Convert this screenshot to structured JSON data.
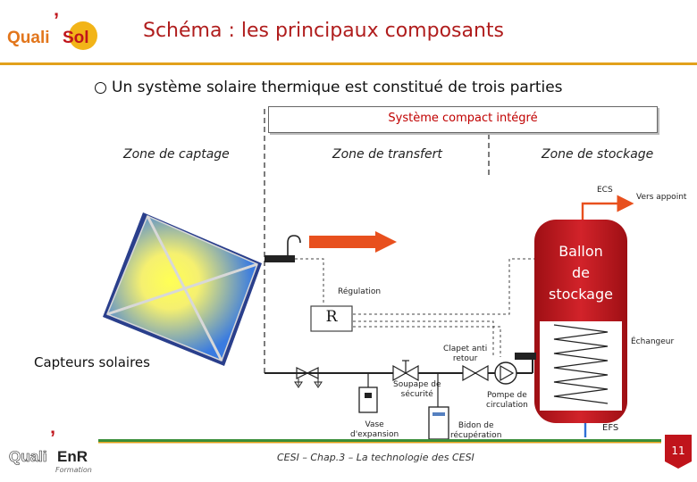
{
  "header": {
    "logo_main": "Quali'Sol",
    "title": "Schéma : les principaux composants"
  },
  "intro": "Un système solaire thermique est constitué de trois parties",
  "diagram": {
    "compact_system": "Système compact intégré",
    "zones": {
      "captage": "Zone de captage",
      "transfert": "Zone de transfert",
      "stockage": "Zone de stockage"
    },
    "labels": {
      "ecs": "ECS",
      "vers_appoint": "Vers appoint",
      "ballon": [
        "Ballon",
        "de",
        "stockage"
      ],
      "regulation": "Régulation",
      "regulation_symbol": "R",
      "echangeur": "Échangeur",
      "clapet": [
        "Clapet anti",
        "retour"
      ],
      "soupape": [
        "Soupape de",
        "sécurité"
      ],
      "pompe": [
        "Pompe de",
        "circulation"
      ],
      "vase": [
        "Vase",
        "d'expansion"
      ],
      "bidon": [
        "Bidon de",
        "récupération"
      ],
      "efs": "EFS",
      "capteurs": "Capteurs solaires"
    },
    "colors": {
      "hot_arrow": "#e8501e",
      "cold_arrow": "#2f6fd6",
      "tank": "#c0141b",
      "collector": "#3a6fd8"
    }
  },
  "footer": {
    "logo_bottom": "Quali'EnR",
    "logo_bottom_sub": "Formation",
    "caption": "CESI – Chap.3 – La technologie des CESI",
    "page_number": "11"
  }
}
